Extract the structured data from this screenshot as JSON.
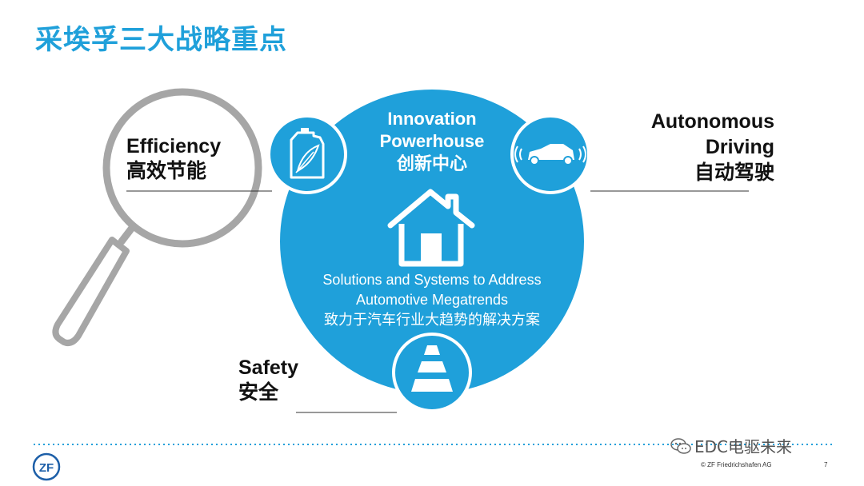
{
  "title": "采埃孚三大战略重点",
  "efficiency": {
    "en": "Efficiency",
    "cn": "高效节能"
  },
  "autonomous": {
    "en_line1": "Autonomous",
    "en_line2": "Driving",
    "cn": "自动驾驶"
  },
  "safety": {
    "en": "Safety",
    "cn": "安全"
  },
  "center": {
    "title_line1": "Innovation",
    "title_line2": "Powerhouse",
    "title_cn": "创新中心",
    "sub_line1": "Solutions and Systems to Address",
    "sub_line2": "Automotive Megatrends",
    "sub_cn": "致力于汽车行业大趋势的解决方案"
  },
  "footer": {
    "copyright": "© ZF Friedrichshafen AG",
    "page": "7",
    "logo": "ZF"
  },
  "watermark": {
    "text": "EDC电驱未来",
    "icon": "wechat-icon"
  },
  "colors": {
    "accent": "#1fa0da",
    "magnifier": "#a6a6a6",
    "line": "#333333"
  },
  "icons": [
    "magnifier-icon",
    "fuel-can-feather-icon",
    "car-sensor-icon",
    "house-icon",
    "traffic-cone-icon"
  ]
}
